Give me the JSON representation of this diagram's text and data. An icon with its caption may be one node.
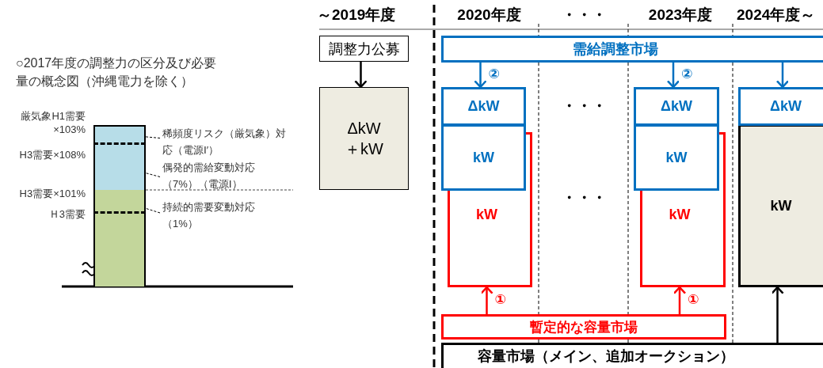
{
  "diagram": {
    "nodes": [
      {
        "text": [],
        "shape": "bar"
      },
      {
        "text": [],
        "shape": "bar"
      },
      {
        "text": [],
        "shape": "bar"
      },
      {
        "text": [],
        "shape": "bar"
      },
      {
        "text": [
          "稀頻度リスク（厳気象）対応（電源Ⅰ′）"
        ]
      },
      {
        "text": [
          "偶発的需給変動対応（7%）（電源Ⅰ）"
        ]
      },
      {
        "text": [
          "持続的需要変動対応（1%）"
        ]
      },
      {
        "text": [
          "調整力公募"
        ]
      },
      {
        "text": [
          "ΔkW ＋kW"
        ]
      },
      {
        "text": [
          "需給調整市場"
        ]
      },
      {
        "text": [
          "ΔkW"
        ]
      },
      {
        "text": [
          "kW"
        ]
      },
      {
        "text": [
          "kW"
        ]
      },
      {
        "text": [
          "ΔkW"
        ]
      },
      {
        "text": [
          "kW"
        ]
      },
      {
        "text": [
          "kW"
        ]
      },
      {
        "text": [
          "ΔkW"
        ]
      },
      {
        "text": [
          "kW"
        ]
      },
      {
        "text": [
          "暫定的な容量市場"
        ]
      },
      {
        "text": [
          "容量市場（メイン、追加オークション）"
        ]
      }
    ],
    "edges": [
      {
        "from": 4,
        "to": 0,
        "arrow": "none",
        "style": "dashed"
      },
      {
        "from": 5,
        "to": 1,
        "arrow": "none",
        "style": "dashed"
      },
      {
        "from": 6,
        "to": 2,
        "arrow": "none",
        "style": "dashed"
      },
      {
        "from": 7,
        "to": 8,
        "arrow": "to"
      },
      {
        "from": 9,
        "to": 10,
        "arrow": "to",
        "label": "②",
        "color": "#0070c0"
      },
      {
        "from": 9,
        "to": 13,
        "arrow": "to",
        "label": "②",
        "color": "#0070c0"
      },
      {
        "from": 9,
        "to": 16,
        "arrow": "to",
        "color": "#0070c0"
      },
      {
        "from": 18,
        "to": 12,
        "arrow": "to",
        "label": "①",
        "color": "#ff0000"
      },
      {
        "from": 18,
        "to": 15,
        "arrow": "to",
        "label": "①",
        "color": "#ff0000"
      },
      {
        "from": 19,
        "to": 17,
        "arrow": "to"
      }
    ],
    "labels": [
      "○2017年度の調整力の区分及び必要量の概念図（沖縄電力を除く）",
      "厳気象H1需要×103%",
      "H3需要×108%",
      "H3需要×101%",
      "Ｈ3需要",
      "～2019年度",
      "2020年度",
      "・・・",
      "2023年度",
      "2024年度～",
      "・・・",
      "・・・"
    ]
  }
}
